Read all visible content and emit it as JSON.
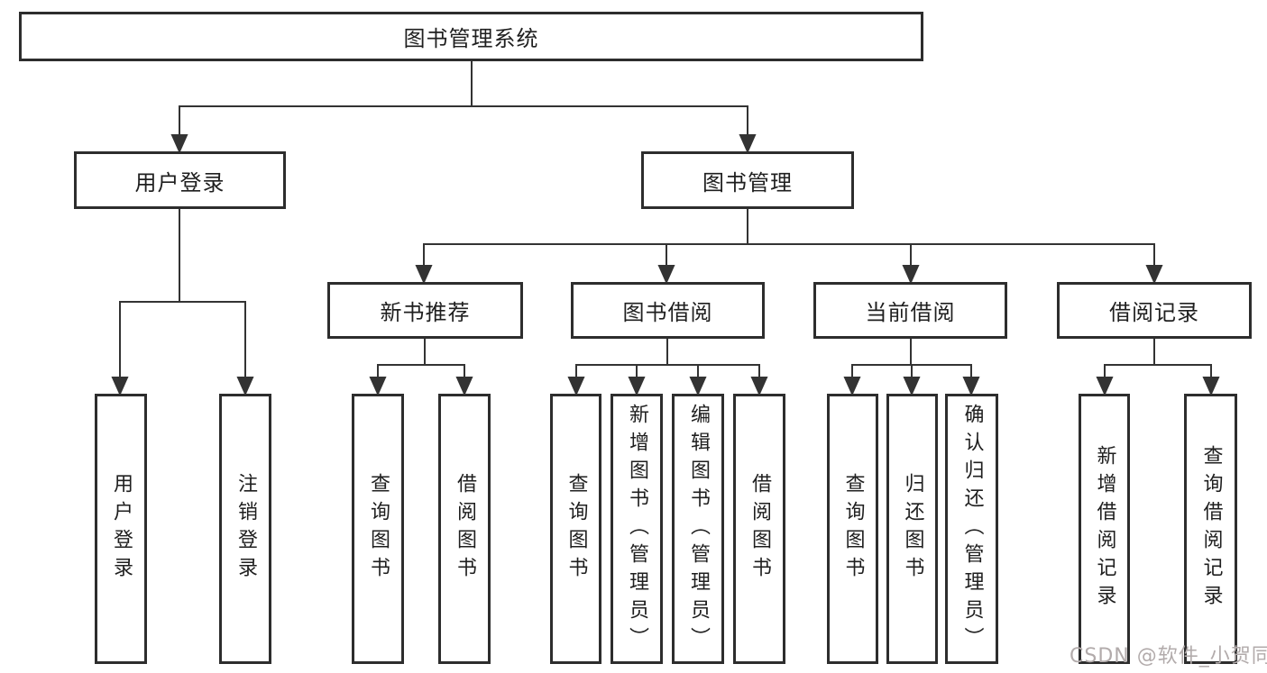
{
  "hierarchy": {
    "label": "图书管理系统",
    "children": [
      {
        "label": "用户登录",
        "children": [
          {
            "label": "用户登录"
          },
          {
            "label": "注销登录"
          }
        ]
      },
      {
        "label": "图书管理",
        "children": [
          {
            "label": "新书推荐",
            "children": [
              {
                "label": "查询图书"
              },
              {
                "label": "借阅图书"
              }
            ]
          },
          {
            "label": "图书借阅",
            "children": [
              {
                "label": "查询图书"
              },
              {
                "label": "新增图书（管理员）"
              },
              {
                "label": "编辑图书（管理员）"
              },
              {
                "label": "借阅图书"
              }
            ]
          },
          {
            "label": "当前借阅",
            "children": [
              {
                "label": "查询图书"
              },
              {
                "label": "归还图书"
              },
              {
                "label": "确认归还（管理员）"
              }
            ]
          },
          {
            "label": "借阅记录",
            "children": [
              {
                "label": "新增借阅记录"
              },
              {
                "label": "查询借阅记录"
              }
            ]
          }
        ]
      }
    ]
  },
  "watermark": "CSDN @软件_小贺同学",
  "colors": {
    "line": "#333333",
    "box_border": "#2d2d2d",
    "text": "#1f1f1f",
    "background": "#ffffff",
    "watermark": "#b2abab"
  }
}
